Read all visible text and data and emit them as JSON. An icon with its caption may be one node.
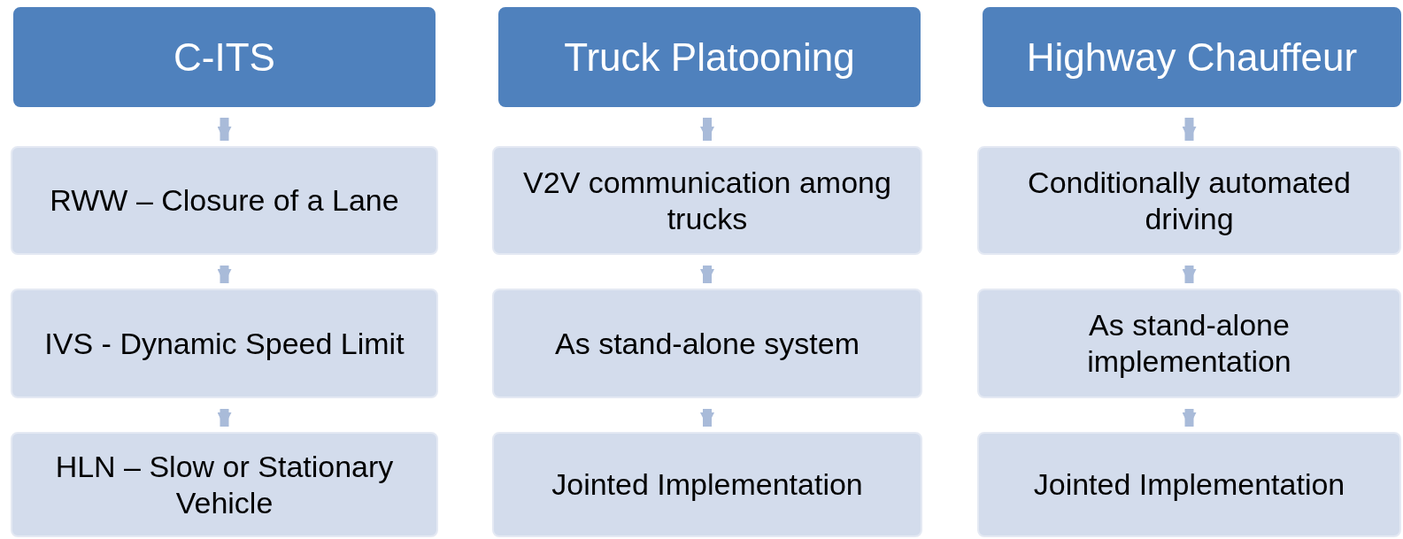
{
  "diagram": {
    "nodes": [
      {
        "text": [
          "C-ITS"
        ]
      },
      {
        "text": [
          "RWW – Closure of a Lane"
        ]
      },
      {
        "text": [
          "IVS - Dynamic Speed Limit"
        ]
      },
      {
        "text": [
          "HLN – Slow or Stationary Vehicle"
        ]
      },
      {
        "text": [
          "Truck Platooning"
        ]
      },
      {
        "text": [
          "V2V communication among trucks"
        ]
      },
      {
        "text": [
          "As stand-alone system"
        ]
      },
      {
        "text": [
          "Jointed Implementation"
        ]
      },
      {
        "text": [
          "Highway Chauffeur"
        ]
      },
      {
        "text": [
          "Conditionally automated driving"
        ]
      },
      {
        "text": [
          "As stand-alone implementation"
        ]
      },
      {
        "text": [
          "Jointed Implementation"
        ]
      }
    ],
    "edges": [
      {
        "from": 0,
        "to": 1,
        "arrow": "to"
      },
      {
        "from": 1,
        "to": 2,
        "arrow": "to"
      },
      {
        "from": 2,
        "to": 3,
        "arrow": "to"
      },
      {
        "from": 4,
        "to": 5,
        "arrow": "to"
      },
      {
        "from": 5,
        "to": 6,
        "arrow": "to"
      },
      {
        "from": 6,
        "to": 7,
        "arrow": "to"
      },
      {
        "from": 8,
        "to": 9,
        "arrow": "to"
      },
      {
        "from": 9,
        "to": 10,
        "arrow": "to"
      },
      {
        "from": 10,
        "to": 11,
        "arrow": "to"
      }
    ]
  }
}
